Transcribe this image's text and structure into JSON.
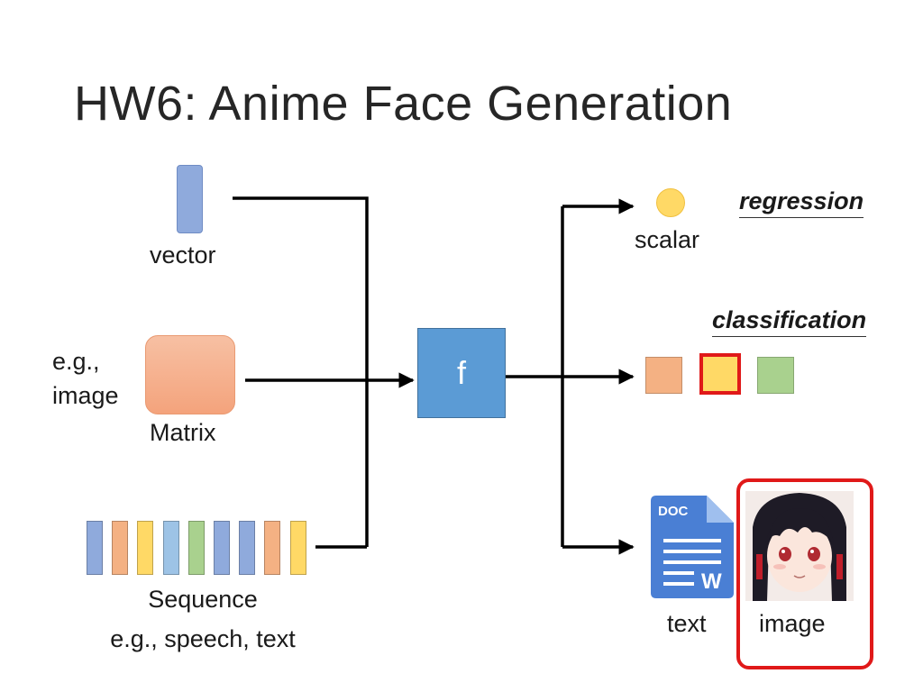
{
  "title": "HW6: Anime Face Generation",
  "inputs": {
    "vector_label": "vector",
    "matrix_example": [
      "e.g.,",
      "image"
    ],
    "matrix_label": "Matrix",
    "sequence_label": "Sequence",
    "sequence_example": "e.g., speech, text"
  },
  "function_label": "f",
  "outputs": {
    "regression_title": "regression",
    "scalar_label": "scalar",
    "classification_title": "classification",
    "text_label": "text",
    "image_label": "image",
    "doc_icon_top": "DOC",
    "doc_icon_letter": "W"
  },
  "colors": {
    "blue": "#8faadc",
    "orange": "#f4b183",
    "yellow": "#ffd966",
    "lightblue": "#9dc3e6",
    "green": "#a9d18e",
    "f_box": "#5b9bd5",
    "highlight_red": "#e01919",
    "doc_blue": "#4a7fd4"
  },
  "sequence_colors": [
    "blue",
    "orange",
    "yellow",
    "lightblue",
    "green",
    "blue",
    "blue",
    "orange",
    "yellow"
  ],
  "class_colors": [
    "orange",
    "yellow",
    "green"
  ],
  "selected_class_index": 1
}
